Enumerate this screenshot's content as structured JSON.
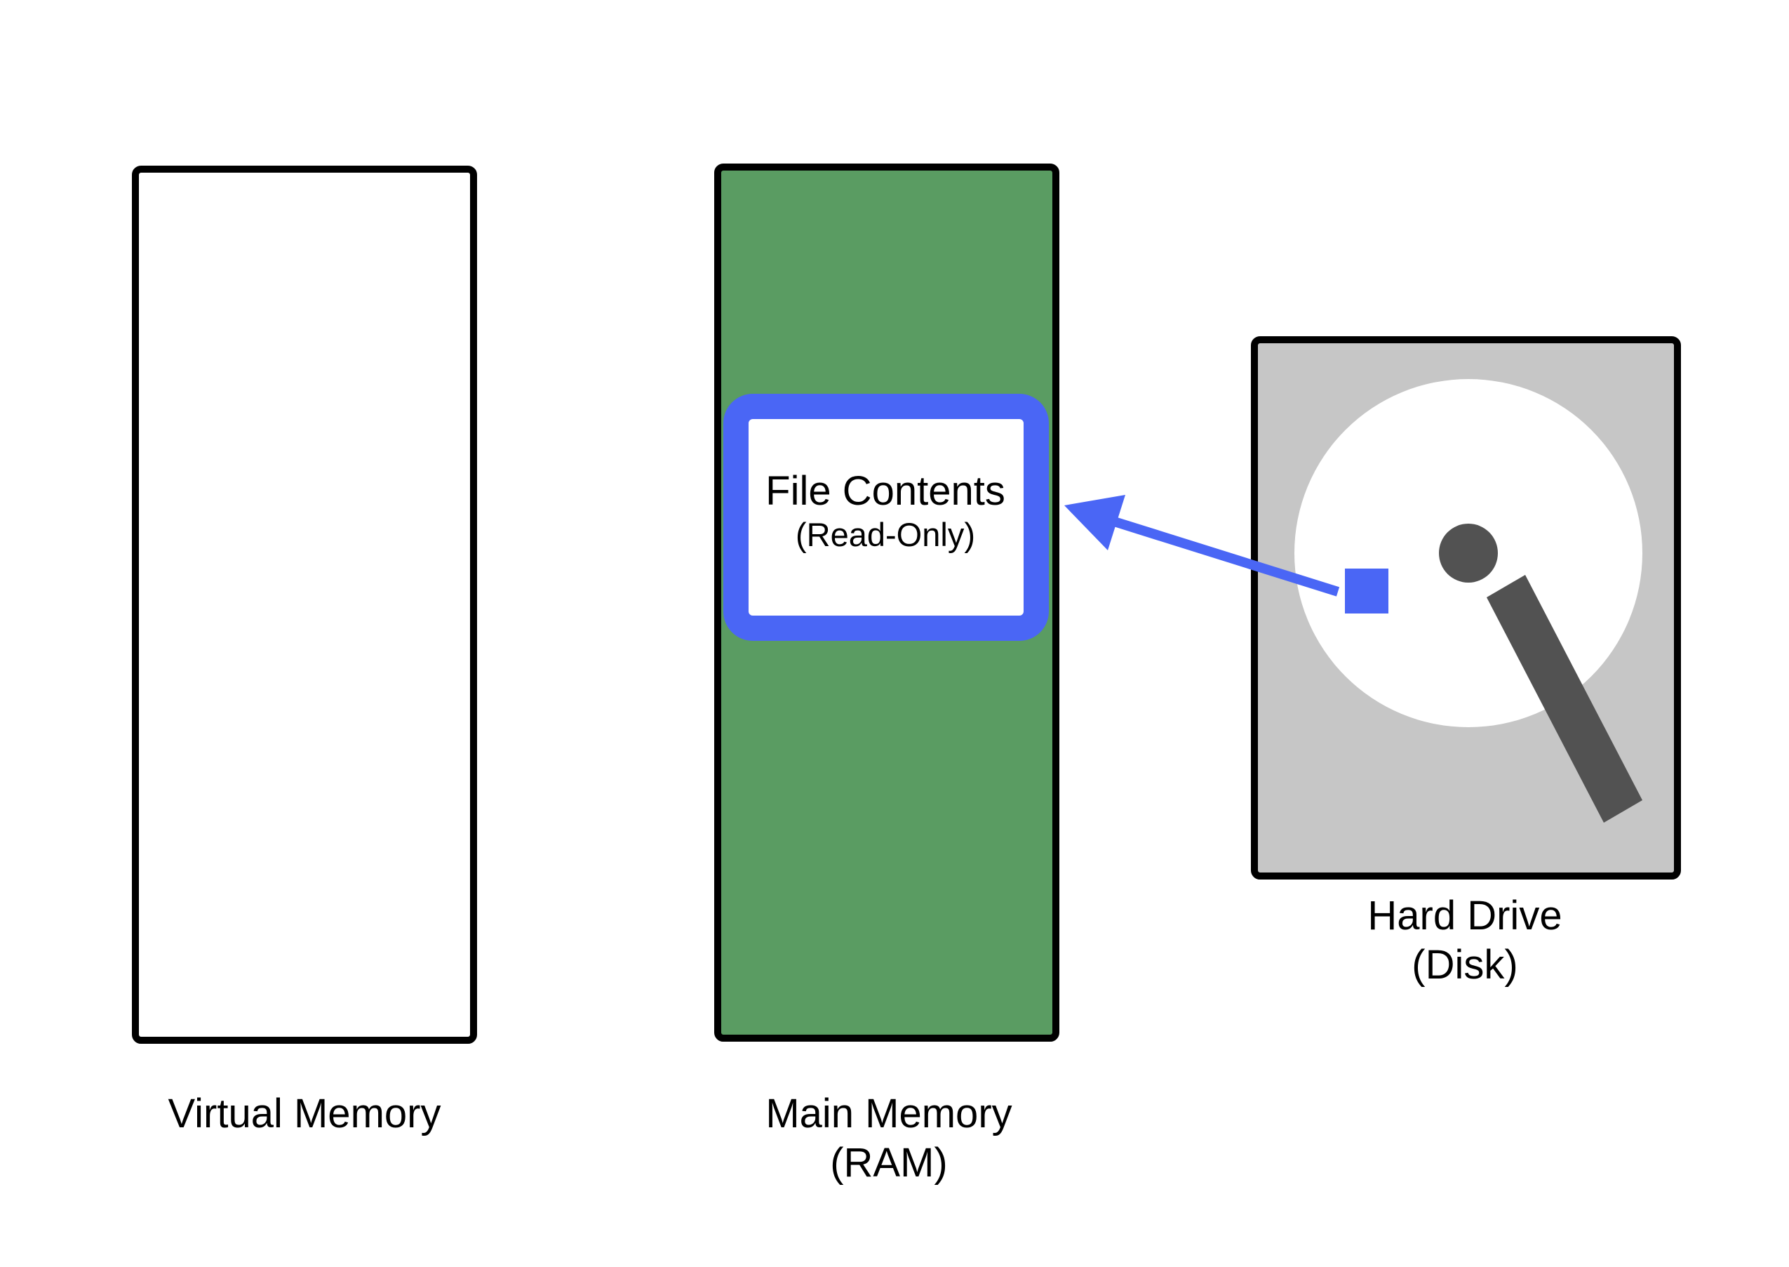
{
  "diagram": {
    "virtual_memory": {
      "label": "Virtual Memory"
    },
    "main_memory": {
      "label_line1": "Main Memory",
      "label_line2": "(RAM)",
      "fill_color": "#5a9c62"
    },
    "file_contents": {
      "title": "File Contents",
      "subtitle": "(Read-Only)",
      "border_color": "#4a66f5"
    },
    "hard_drive": {
      "label_line1": "Hard Drive",
      "label_line2": "(Disk)",
      "case_color": "#c6c6c6",
      "platter_color": "#ffffff",
      "spindle_color": "#525252",
      "arm_color": "#525252",
      "data_block_color": "#4a66f5"
    },
    "arrow": {
      "from": "hard-drive-data-block",
      "to": "file-contents-box",
      "color": "#4a66f5"
    }
  }
}
